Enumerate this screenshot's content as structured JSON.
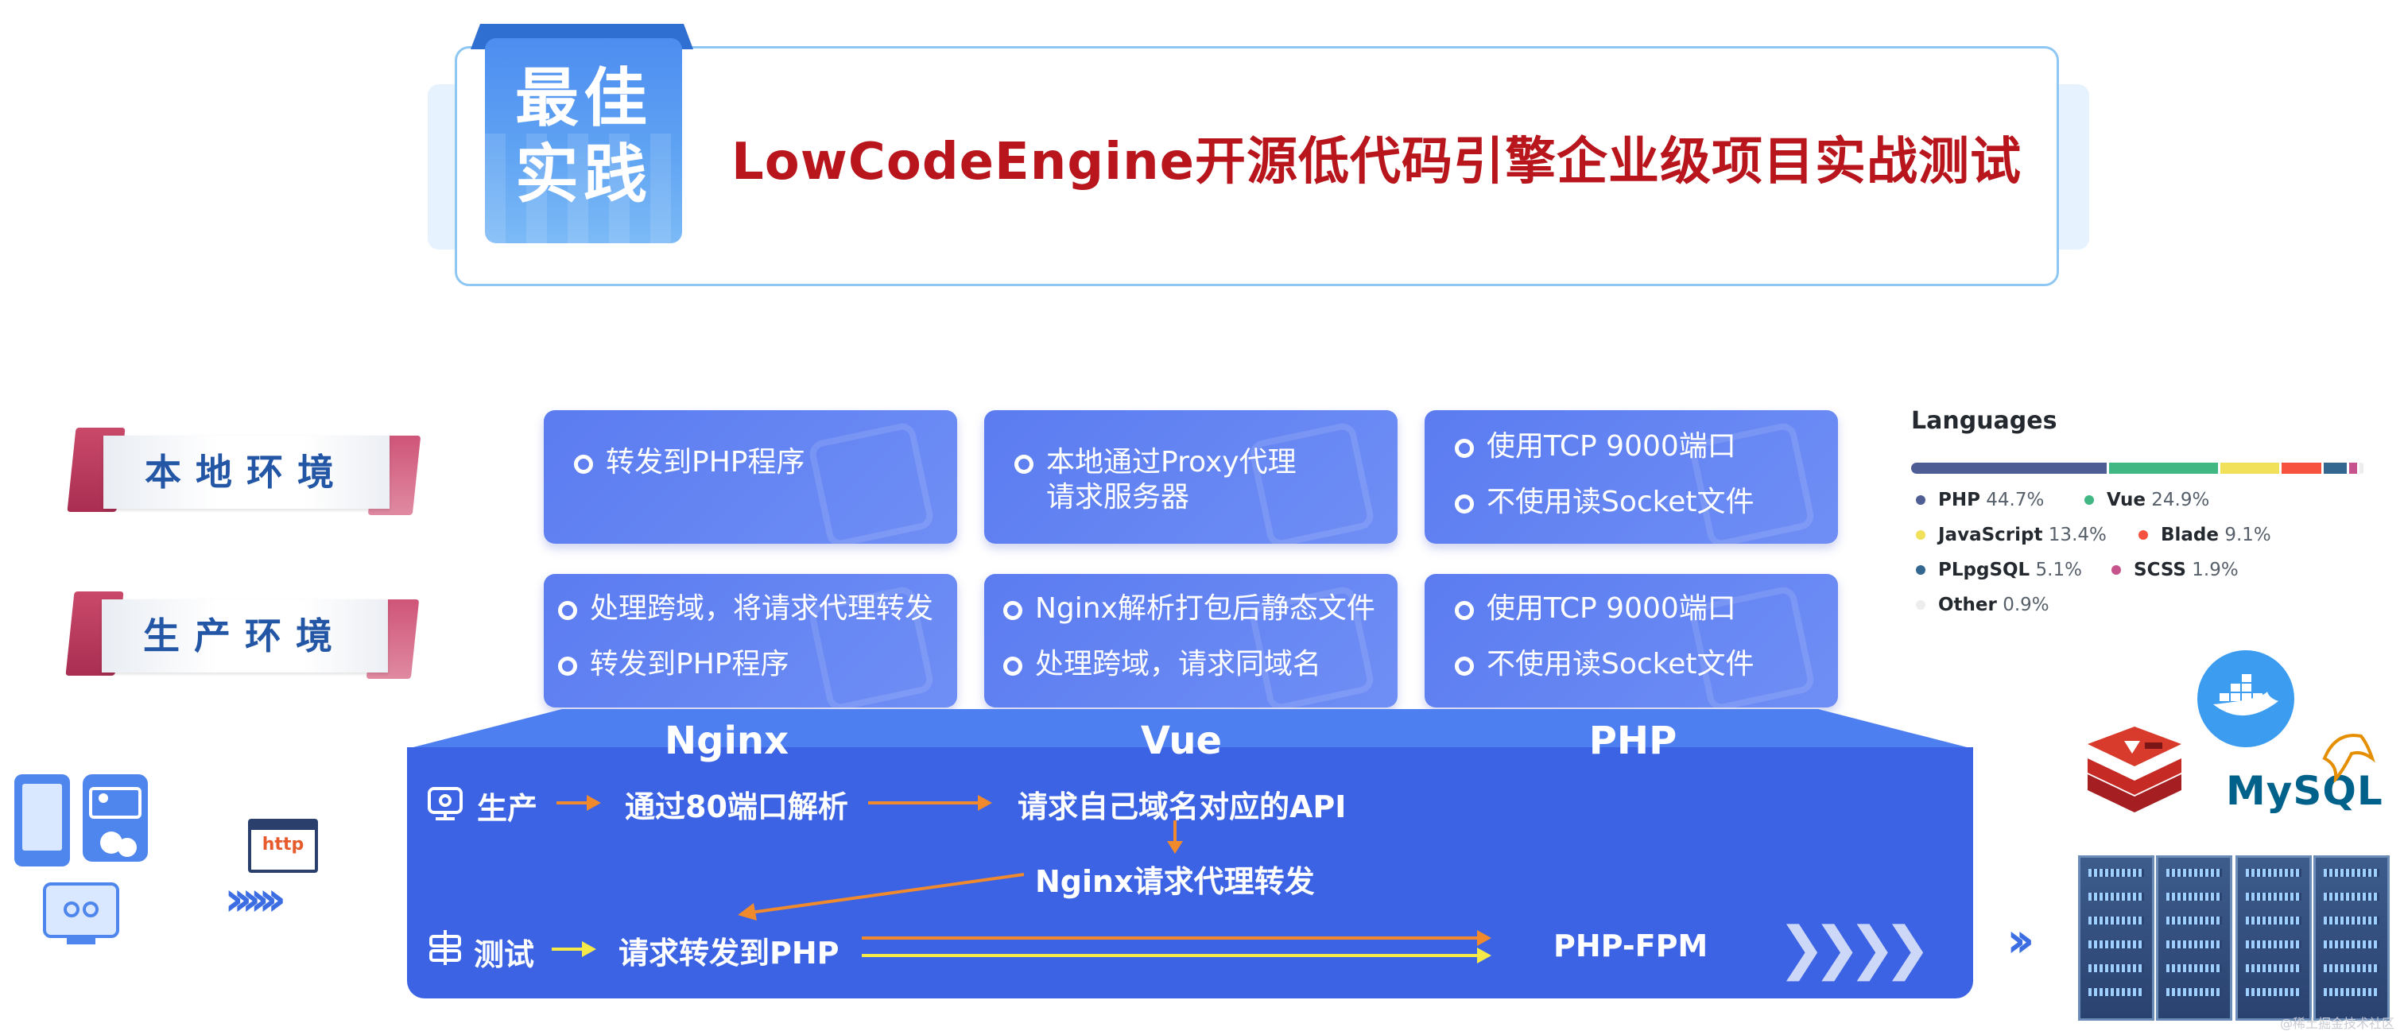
{
  "title": {
    "badge": [
      "最佳",
      "实践"
    ],
    "text": "LowCodeEngine开源低代码引擎企业级项目实战测试"
  },
  "environments": {
    "local": "本地环境",
    "production": "生产环境"
  },
  "boxes": {
    "local": [
      [
        "转发到PHP程序"
      ],
      [
        "本地通过Proxy代理\n请求服务器"
      ],
      [
        "使用TCP 9000端口",
        "不使用读Socket文件"
      ]
    ],
    "production": [
      [
        "处理跨域，将请求代理转发",
        "转发到PHP程序"
      ],
      [
        "Nginx解析打包后静态文件",
        "处理跨域，请求同域名"
      ],
      [
        "使用TCP 9000端口",
        "不使用读Socket文件"
      ]
    ]
  },
  "columns": [
    "Nginx",
    "Vue",
    "PHP"
  ],
  "flow": {
    "production_label": "生产",
    "test_label": "测试",
    "step1": "通过80端口解析",
    "step2": "请求自己域名对应的API",
    "step3": "Nginx请求代理转发",
    "step4": "请求转发到PHP",
    "step5": "PHP-FPM"
  },
  "http_label": "http",
  "languages": {
    "title": "Languages",
    "items": [
      {
        "name": "PHP",
        "percent": "44.7%",
        "value": 44.7,
        "color": "#4f5d95"
      },
      {
        "name": "Vue",
        "percent": "24.9%",
        "value": 24.9,
        "color": "#41b883"
      },
      {
        "name": "JavaScript",
        "percent": "13.4%",
        "value": 13.4,
        "color": "#f1e05a"
      },
      {
        "name": "Blade",
        "percent": "9.1%",
        "value": 9.1,
        "color": "#f7523f"
      },
      {
        "name": "PLpgSQL",
        "percent": "5.1%",
        "value": 5.1,
        "color": "#336790"
      },
      {
        "name": "SCSS",
        "percent": "1.9%",
        "value": 1.9,
        "color": "#c6538c"
      },
      {
        "name": "Other",
        "percent": "0.9%",
        "value": 0.9,
        "color": "#ededed"
      }
    ]
  },
  "brands": {
    "mysql": "MySQL"
  },
  "watermark": "@稀土掘金技术社区",
  "colors": {
    "accent_blue": "#3b63e4",
    "title_red": "#b8151d",
    "arrow_orange": "#f08a2c",
    "arrow_yellow": "#f5e94a"
  }
}
